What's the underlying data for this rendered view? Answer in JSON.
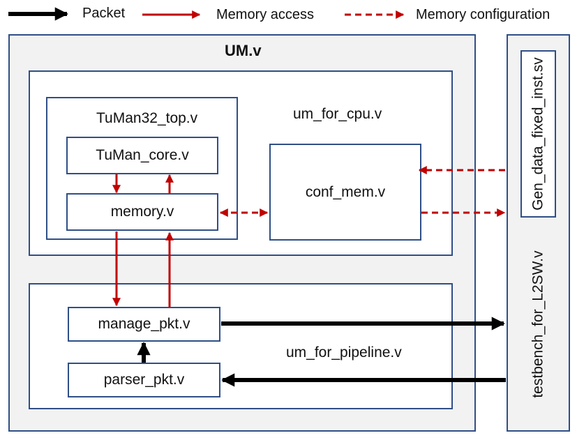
{
  "legend": {
    "packet": "Packet",
    "memory_access": "Memory access",
    "memory_configuration": "Memory configuration"
  },
  "modules": {
    "um": "UM.v",
    "um_for_cpu": "um_for_cpu.v",
    "tuman32_top": "TuMan32_top.v",
    "tuman_core": "TuMan_core.v",
    "memory": "memory.v",
    "conf_mem": "conf_mem.v",
    "um_for_pipeline": "um_for_pipeline.v",
    "manage_pkt": "manage_pkt.v",
    "parser_pkt": "parser_pkt.v",
    "testbench": "testbench_for_L2SW.v",
    "gen_data": "Gen_data_fixed_inst.sv"
  },
  "colors": {
    "border": "#2f4f86",
    "memory_arrow": "#c00000",
    "packet_arrow": "#000000",
    "outer_fill": "#f2f2f2"
  }
}
